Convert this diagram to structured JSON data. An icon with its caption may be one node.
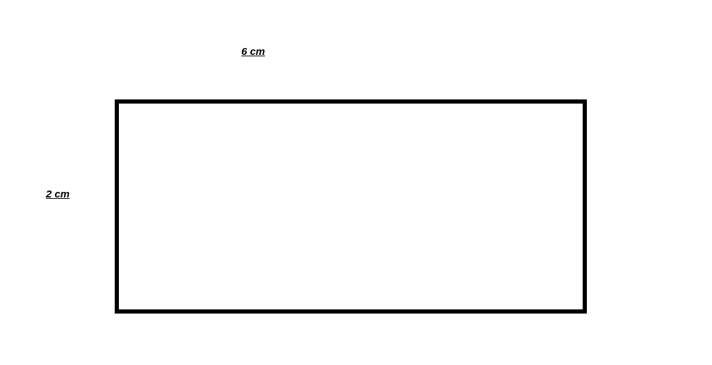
{
  "diagram": {
    "nodes": [
      {
        "text": [],
        "shape": "box"
      }
    ],
    "labels": [
      "6 cm",
      "2 cm"
    ]
  }
}
